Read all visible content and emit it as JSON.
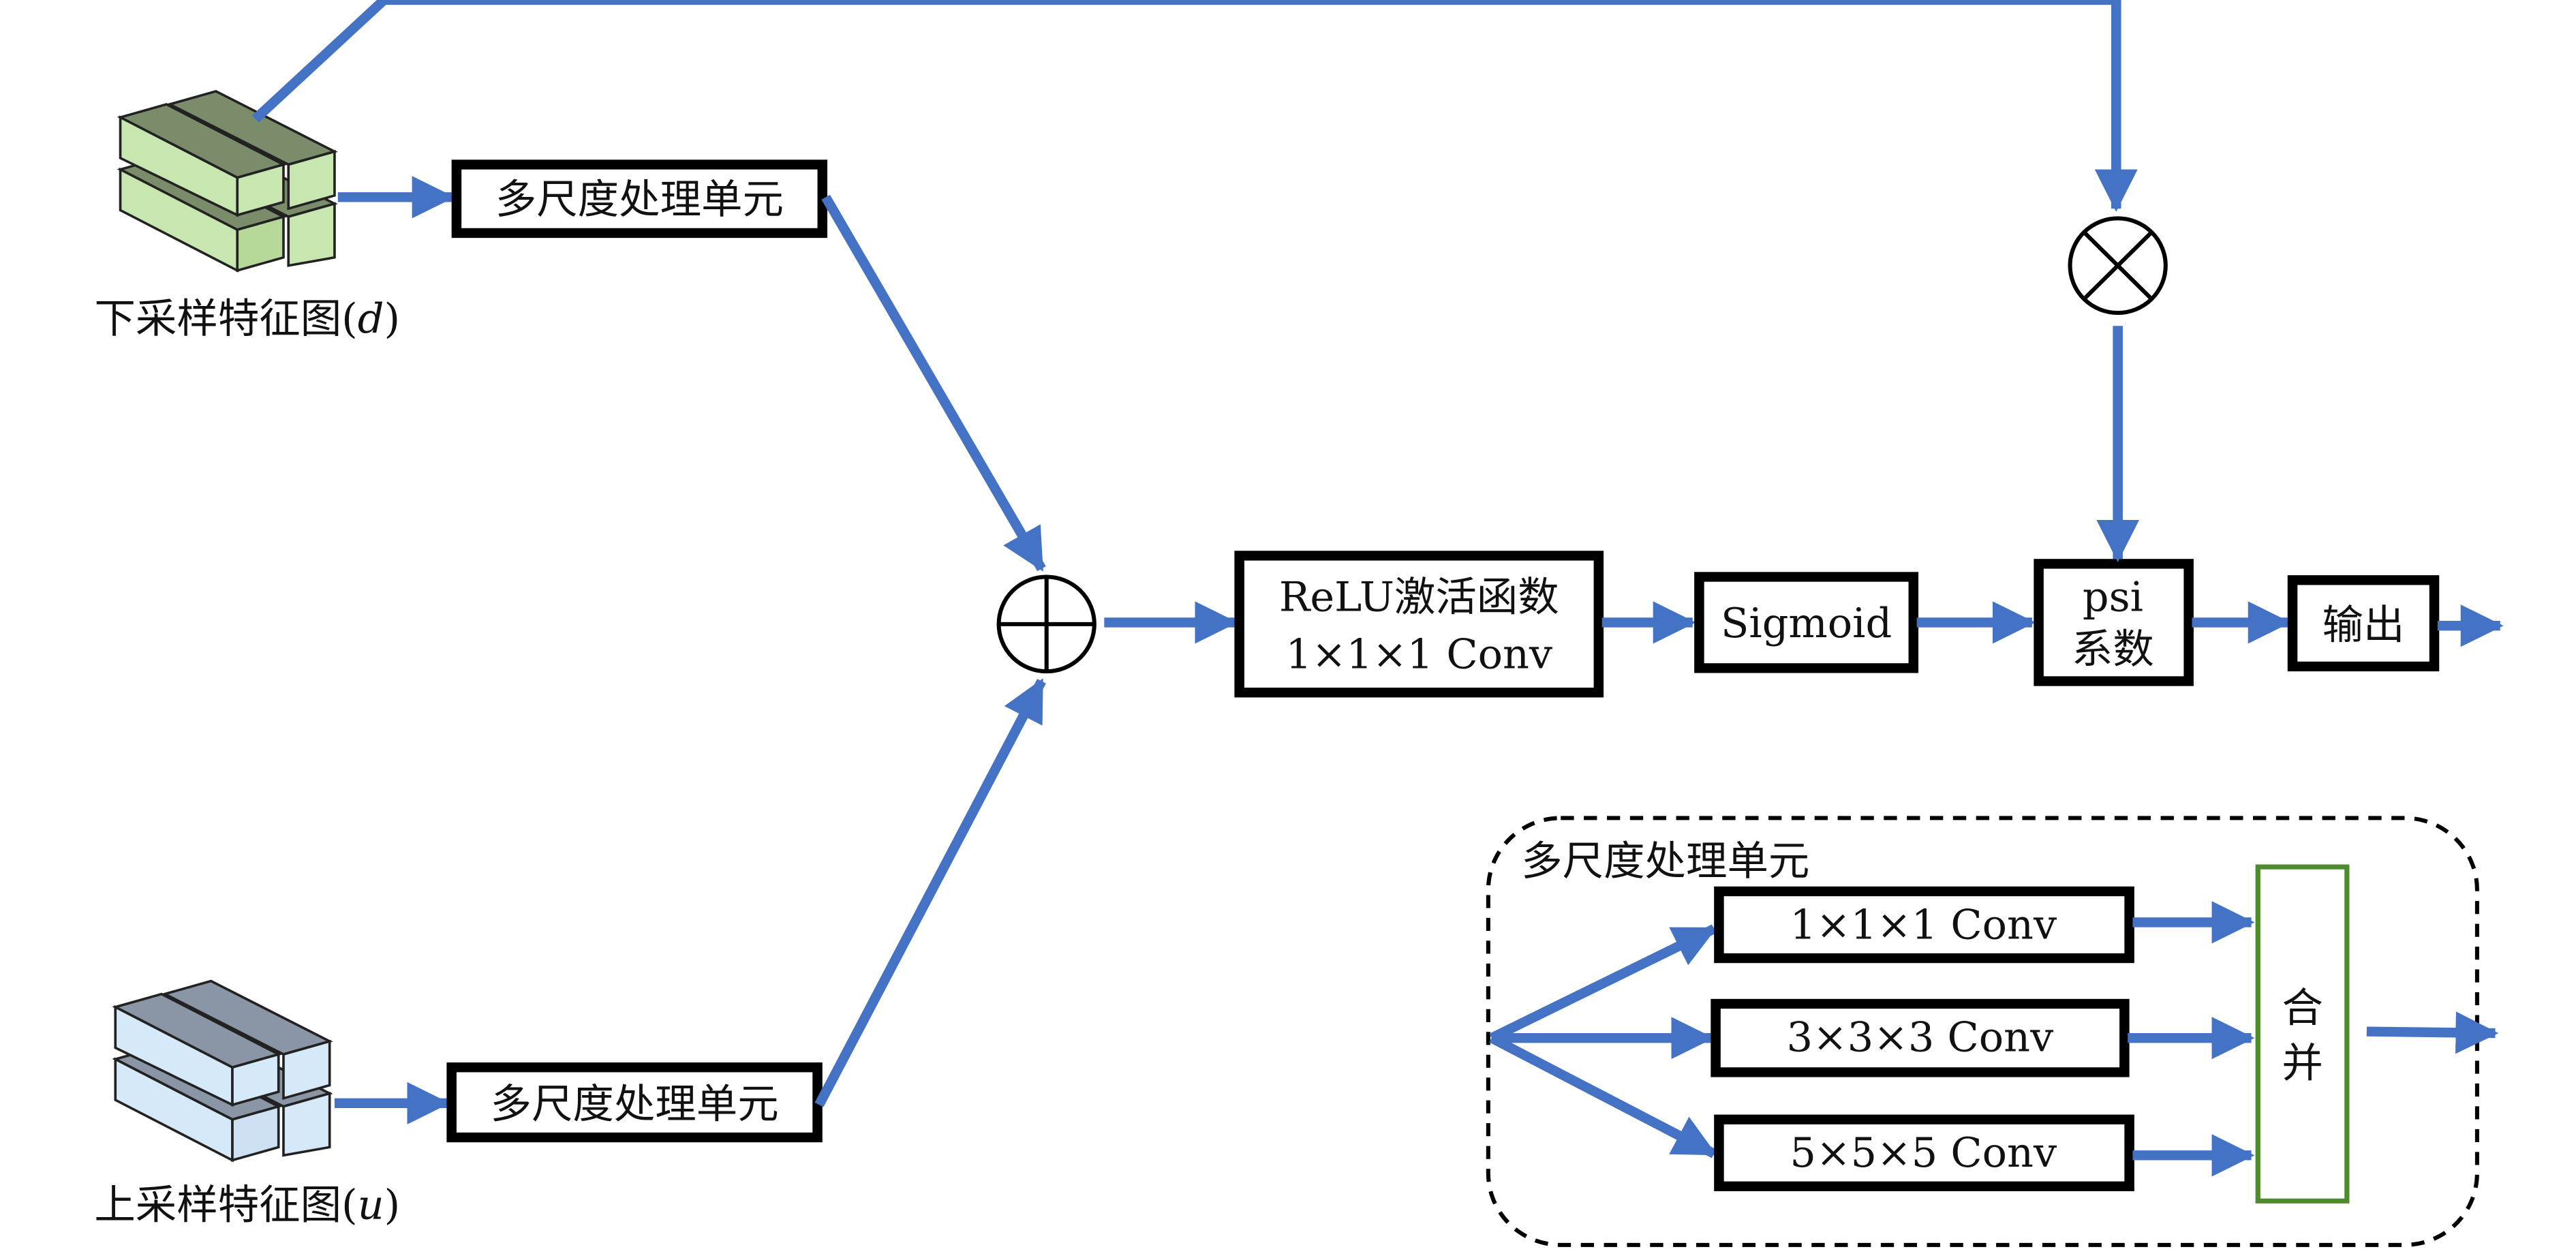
{
  "inputs": {
    "down": {
      "label": "下采样特征图",
      "var": "d"
    },
    "up": {
      "label": "上采样特征图",
      "var": "u"
    }
  },
  "blocks": {
    "msu_top": "多尺度处理单元",
    "msu_bottom": "多尺度处理单元",
    "relu_line1": "ReLU激活函数",
    "relu_line2": "1×1×1 Conv",
    "sigmoid": "Sigmoid",
    "psi_line1": "psi",
    "psi_line2": "系数",
    "output": "输出"
  },
  "detail": {
    "title": "多尺度处理单元",
    "conv1": "1×1×1 Conv",
    "conv3": "3×3×3 Conv",
    "conv5": "5×5×5 Conv",
    "merge_line1": "合",
    "merge_line2": "并"
  },
  "colors": {
    "arrow": "#4472c4",
    "down_block_face": "#c8e6b0",
    "down_block_dark": "#7a8c6a",
    "up_block_face": "#d6e9f8",
    "up_block_dark": "#8a96a6",
    "merge_border": "#4e8a2e"
  },
  "icons": {
    "sum": "circle-plus-icon",
    "multiply": "circle-times-icon"
  }
}
